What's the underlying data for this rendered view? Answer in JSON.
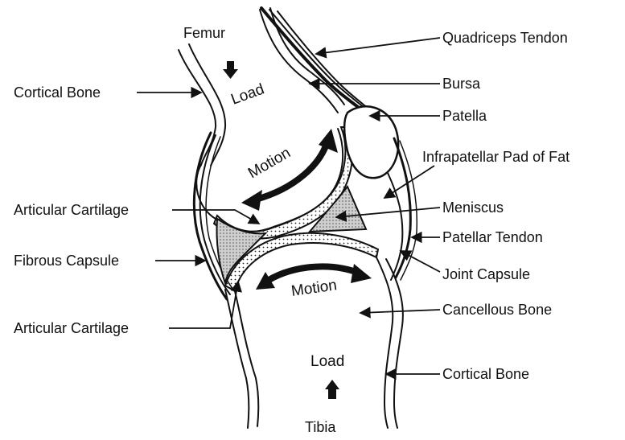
{
  "labels": {
    "femur": "Femur",
    "tibia": "Tibia",
    "load_top": "Load",
    "load_bottom": "Load",
    "motion_top": "Motion",
    "motion_bottom": "Motion",
    "cortical_bone_left": "Cortical Bone",
    "articular_cartilage_upper": "Articular Cartilage",
    "fibrous_capsule": "Fibrous Capsule",
    "articular_cartilage_lower": "Articular Cartilage",
    "quadriceps_tendon": "Quadriceps Tendon",
    "bursa": "Bursa",
    "patella": "Patella",
    "infrapatellar_pad": "Infrapatellar Pad of Fat",
    "meniscus": "Meniscus",
    "patellar_tendon": "Patellar Tendon",
    "joint_capsule": "Joint Capsule",
    "cancellous_bone": "Cancellous Bone",
    "cortical_bone_right": "Cortical Bone"
  },
  "colors": {
    "ink": "#111111",
    "cartilage_fill": "#ffffff",
    "meniscus_fill": "#c8c8c8",
    "background": "#ffffff"
  }
}
